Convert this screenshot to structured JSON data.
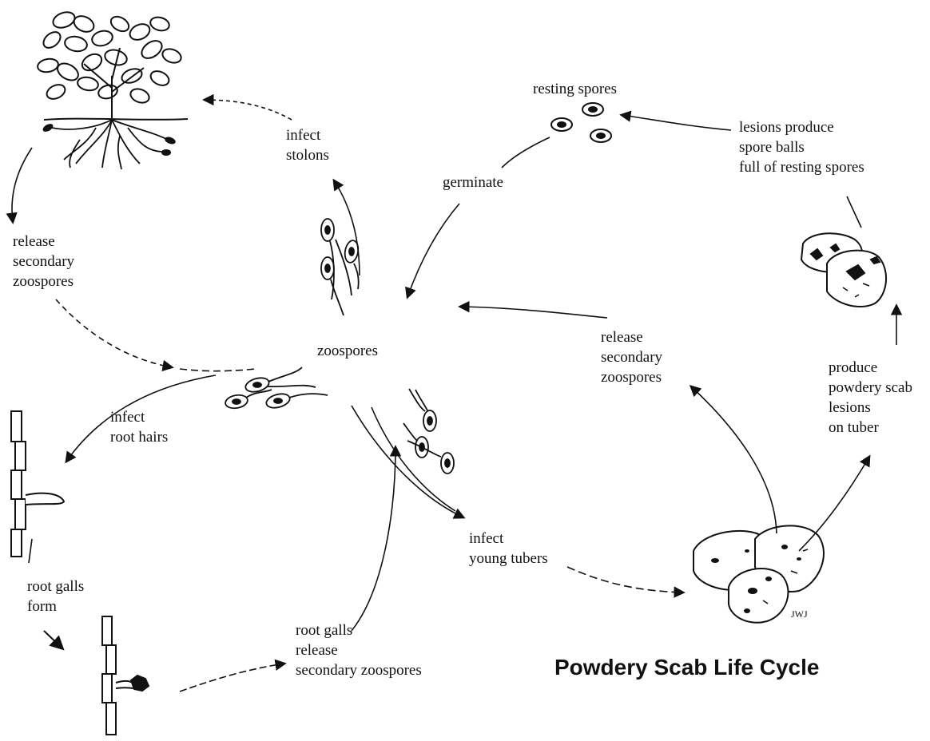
{
  "title": "Powdery Scab Life Cycle",
  "labels": {
    "infect_stolons": [
      "infect",
      "stolons"
    ],
    "resting_spores": "resting spores",
    "lesions_produce": [
      "lesions produce",
      "spore balls",
      "full of resting spores"
    ],
    "germinate": "germinate",
    "release_secondary_left": [
      "release",
      "secondary",
      "zoospores"
    ],
    "zoospores": "zoospores",
    "release_secondary_right": [
      "release",
      "secondary",
      "zoospores"
    ],
    "produce_powdery": [
      "produce",
      "powdery scab",
      "lesions",
      "on tuber"
    ],
    "infect_root_hairs": [
      "infect",
      "root hairs"
    ],
    "infect_young_tubers": [
      "infect",
      "young tubers"
    ],
    "root_galls_form": [
      "root galls",
      "form"
    ],
    "root_galls_release": [
      "root galls",
      "release",
      "secondary zoospores"
    ],
    "initials": "JWJ"
  },
  "colors": {
    "ink": "#111111",
    "background": "#ffffff"
  }
}
